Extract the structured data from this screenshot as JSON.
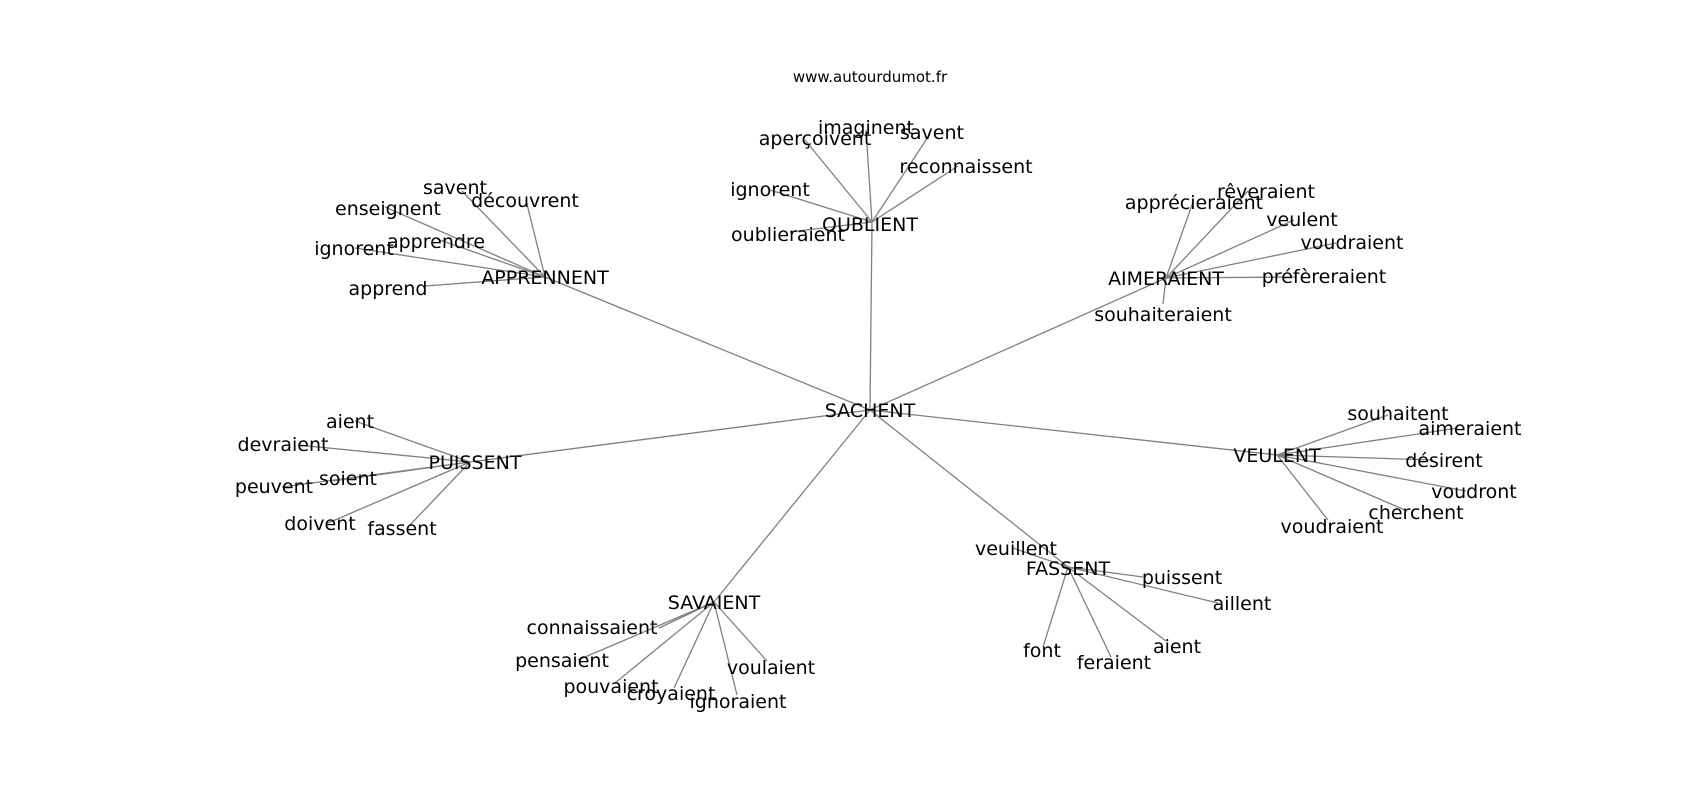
{
  "site_label": "www.autourdumot.fr",
  "graph": {
    "center": "SACHENT",
    "clusters": [
      {
        "hub": "OUBLIENT",
        "leaves": [
          "aperçoivent",
          "imaginent",
          "savent",
          "reconnaissent",
          "ignorent",
          "oublieraient"
        ]
      },
      {
        "hub": "APPRENNENT",
        "leaves": [
          "savent",
          "découvrent",
          "enseignent",
          "apprendre",
          "ignorent",
          "apprend"
        ]
      },
      {
        "hub": "AIMERAIENT",
        "leaves": [
          "apprécieraient",
          "rêveraient",
          "veulent",
          "voudraient",
          "préfèreraient",
          "souhaiteraient"
        ]
      },
      {
        "hub": "PUISSENT",
        "leaves": [
          "aient",
          "devraient",
          "soient",
          "peuvent",
          "doivent",
          "fassent"
        ]
      },
      {
        "hub": "VEULENT",
        "leaves": [
          "souhaitent",
          "aimeraient",
          "désirent",
          "voudront",
          "cherchent",
          "voudraient"
        ]
      },
      {
        "hub": "FASSENT",
        "leaves": [
          "veuillent",
          "puissent",
          "aillent",
          "aient",
          "feraient",
          "font"
        ]
      },
      {
        "hub": "SAVAIENT",
        "leaves": [
          "connaissaient",
          "pensaient",
          "pouvaient",
          "croyaient",
          "ignoraient",
          "voulaient"
        ]
      }
    ]
  }
}
